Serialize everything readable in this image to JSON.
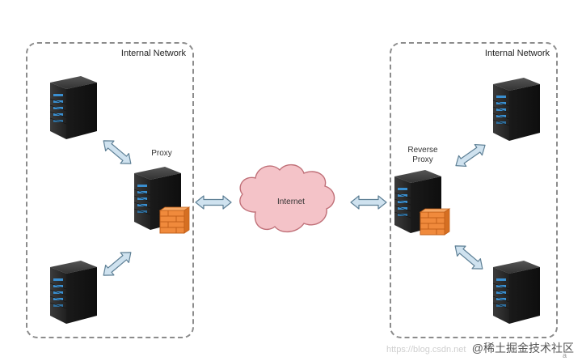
{
  "zones": {
    "left_label": "Internal Network",
    "right_label": "Internal Network"
  },
  "nodes": {
    "proxy_label": "Proxy",
    "reverse_proxy_line1": "Reverse",
    "reverse_proxy_line2": "Proxy",
    "internet_label": "Internet"
  },
  "watermark": {
    "text": "@稀土掘金技术社区",
    "faint_text": "https://blog.csdn.net"
  },
  "colors": {
    "server_body": "#2a2a2a",
    "server_light": "#3a8fd0",
    "firewall": "#f08a3c",
    "cloud_fill": "#f4c3c8",
    "cloud_stroke": "#c07078",
    "arrow_fill": "#cfe2ef",
    "arrow_stroke": "#5d7f95"
  }
}
